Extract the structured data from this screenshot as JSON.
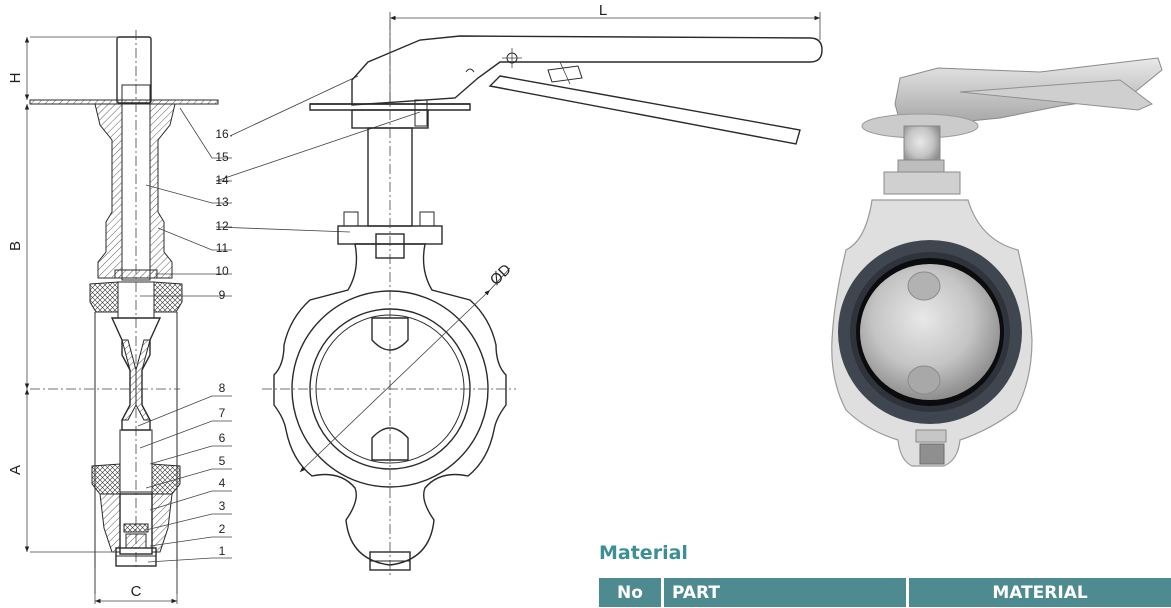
{
  "dimension_labels": {
    "H": "H",
    "B": "B",
    "A": "A",
    "C": "C",
    "L": "L",
    "D": "ØD"
  },
  "part_numbers": [
    "1",
    "2",
    "3",
    "4",
    "5",
    "6",
    "7",
    "8",
    "9",
    "10",
    "11",
    "12",
    "13",
    "14",
    "15",
    "16"
  ],
  "material_table": {
    "title": "Material",
    "headers": {
      "no": "No",
      "part": "PART",
      "material": "MATERIAL"
    }
  },
  "colors": {
    "table_title": "#3b8f95",
    "table_header_bg": "#4d8b91",
    "table_header_text": "#ffffff"
  }
}
